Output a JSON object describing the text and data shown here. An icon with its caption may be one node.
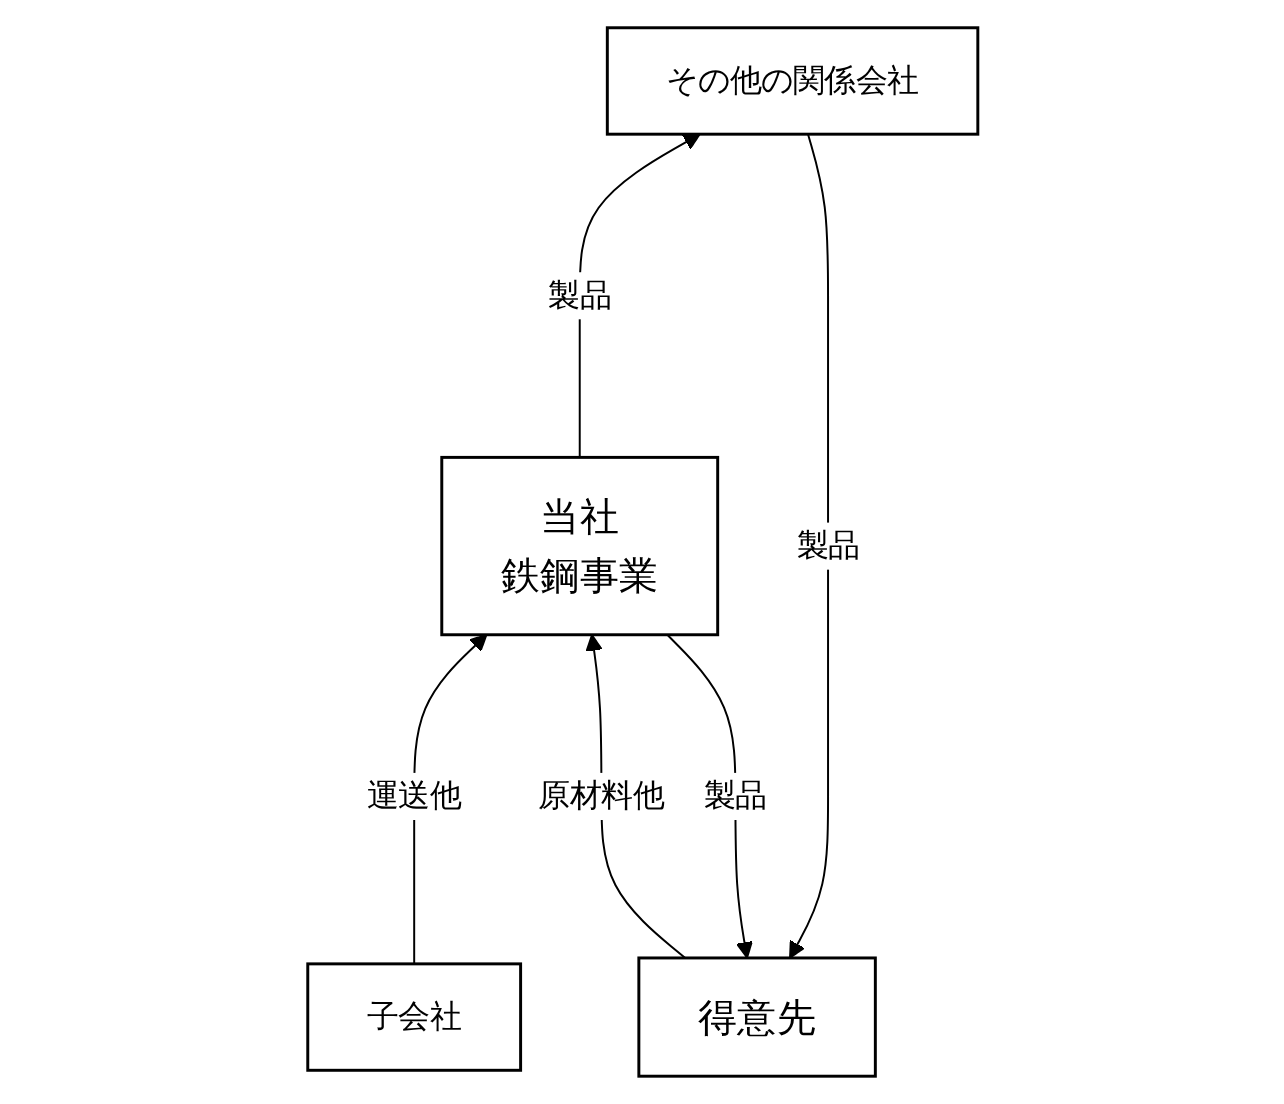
{
  "diagram": {
    "nodes": [
      {
        "text": [
          "得意先"
        ]
      },
      {
        "text": [
          "その他の関係会社"
        ]
      },
      {
        "text": [
          "当社",
          "鉄鋼事業"
        ]
      },
      {
        "text": [
          "子会社"
        ]
      }
    ],
    "edges": [
      {
        "from": 3,
        "to": 2,
        "arrow": "to",
        "label": "運送他"
      },
      {
        "from": 2,
        "to": 1,
        "arrow": "to",
        "label": "製品"
      },
      {
        "from": 1,
        "to": 0,
        "arrow": "to",
        "label": "製品"
      },
      {
        "from": 2,
        "to": 0,
        "arrow": "to",
        "label": "製品"
      },
      {
        "from": 0,
        "to": 2,
        "arrow": "to",
        "label": "原材料他"
      }
    ]
  }
}
